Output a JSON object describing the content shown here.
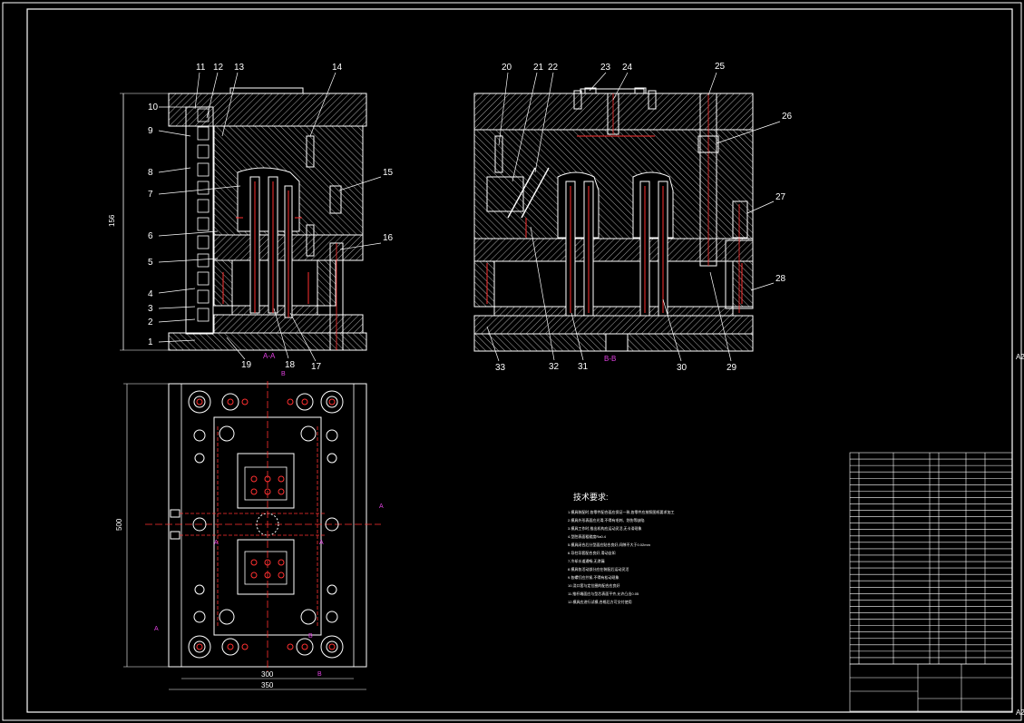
{
  "drawing": {
    "title_small": "A2",
    "section_label_a": "A-A",
    "section_label_b": "B-B",
    "dim_height_left": "156",
    "dim_width_300": "300",
    "dim_width_350": "350",
    "dim_height_500": "500",
    "callouts_left": [
      "1",
      "2",
      "3",
      "4",
      "5",
      "6",
      "7",
      "8",
      "9",
      "10",
      "11",
      "12",
      "13",
      "14",
      "15",
      "16",
      "17",
      "18",
      "19"
    ],
    "callouts_right": [
      "20",
      "21",
      "22",
      "23",
      "24",
      "25",
      "26",
      "27",
      "28",
      "29",
      "30",
      "31",
      "32",
      "33"
    ],
    "tech_title": "技术要求:",
    "tech_lines": [
      "1.模具装配时,各零件配合面应保证一致,各零件应按照图纸要求加工",
      "2.模具外形表面应光滑,不得有毛刺、划伤等缺陷",
      "3.模具工作时,推出机构应运动灵活,无卡滞现象",
      "4.型腔表面粗糙度Ra0.4",
      "5.模具闭合后分型面应贴合良好,间隙不大于0.02mm",
      "6.导柱导套配合良好,滑动自如",
      "7.冷却水道通畅,无渗漏",
      "8.模具各活动部分应在装配后运动灵活",
      "9.各螺钉应拧紧,不得有松动现象",
      "10.浇口套与定位圈的配合应良好",
      "11.推杆端面应与型芯表面平齐,允许凸出0.05",
      "12.模具应进行试模,合格后方可交付使用"
    ],
    "colors": {
      "line": "#ffffff",
      "hatch": "#cfcfcf",
      "red": "#ff3030",
      "magenta": "#e040e0",
      "blue": "#4060ff",
      "yellow": "#e0e000"
    }
  }
}
